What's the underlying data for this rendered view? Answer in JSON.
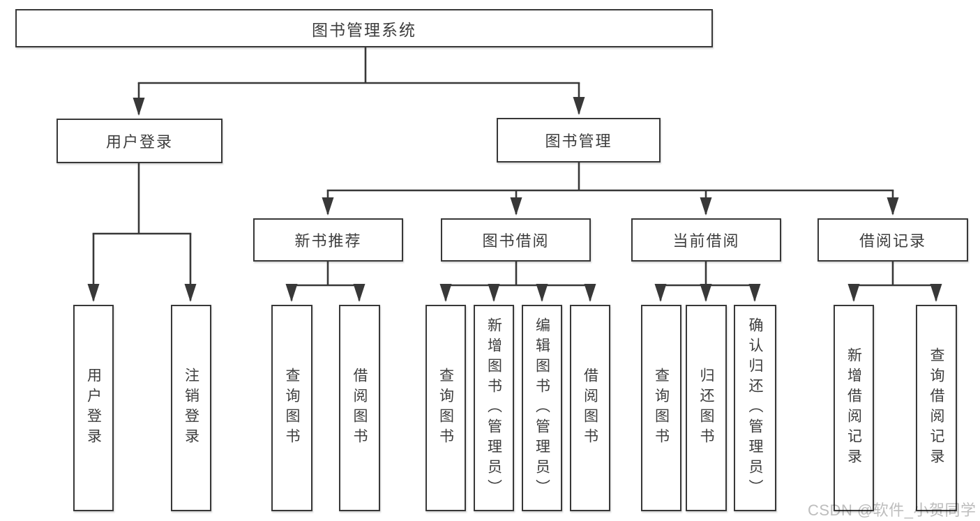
{
  "diagram": {
    "type": "hierarchy-tree",
    "title": "图书管理系统",
    "watermark": "CSDN @软件_小贺同学",
    "colors": {
      "background": "#ffffff",
      "line": "#383838",
      "box_border": "#383838",
      "box_fill": "#ffffff",
      "text": "#3d3d3d",
      "watermark": "#bdbdbd"
    },
    "nodes": {
      "root": "图书管理系统",
      "user_login": "用户登录",
      "book_mgmt": "图书管理",
      "new_book": "新书推荐",
      "book_borrow": "图书借阅",
      "current_borrow": "当前借阅",
      "borrow_records": "借阅记录",
      "uf_login": "用户登录",
      "uf_logout": "注销登录",
      "nb_query": "查询图书",
      "nb_borrow": "借阅图书",
      "bb_query": "查询图书",
      "bb_add": "新增图书（管理员）",
      "bb_edit": "编辑图书（管理员）",
      "bb_borrow": "借阅图书",
      "cb_query": "查询图书",
      "cb_return": "归还图书",
      "cb_confirm": "确认归还（管理员）",
      "br_add": "新增借阅记录",
      "br_query": "查询借阅记录"
    },
    "hierarchy": {
      "图书管理系统": {
        "用户登录": [
          "用户登录",
          "注销登录"
        ],
        "图书管理": {
          "新书推荐": [
            "查询图书",
            "借阅图书"
          ],
          "图书借阅": [
            "查询图书",
            "新增图书（管理员）",
            "编辑图书（管理员）",
            "借阅图书"
          ],
          "当前借阅": [
            "查询图书",
            "归还图书",
            "确认归还（管理员）"
          ],
          "借阅记录": [
            "新增借阅记录",
            "查询借阅记录"
          ]
        }
      }
    }
  }
}
